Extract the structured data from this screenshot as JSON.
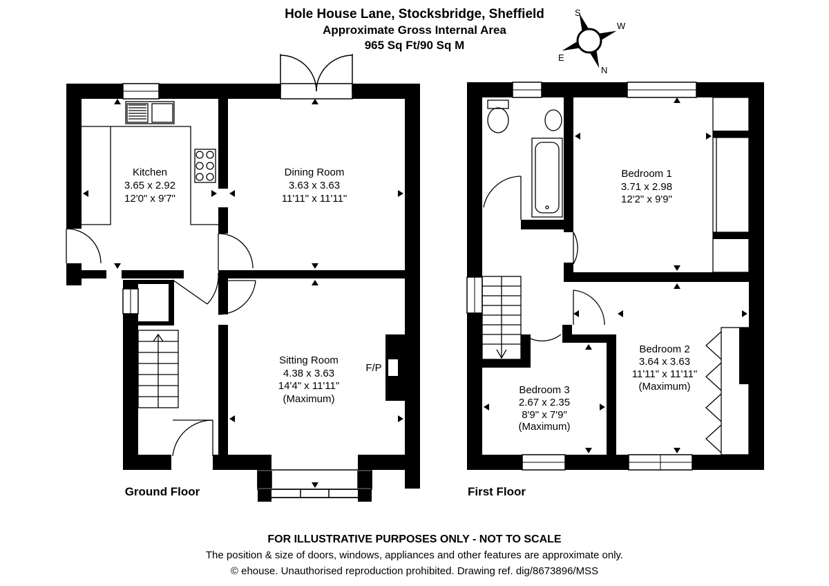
{
  "header": {
    "address": "Hole House Lane, Stocksbridge, Sheffield",
    "area_label": "Approximate Gross Internal Area",
    "area_value": "965 Sq Ft/90 Sq M"
  },
  "compass": {
    "s": "S",
    "w": "W",
    "e": "E",
    "n": "N"
  },
  "floors": {
    "ground": {
      "label": "Ground Floor",
      "rooms": [
        {
          "name": "Kitchen",
          "metric": "3.65 x 2.92",
          "imperial": "12'0\" x 9'7\"",
          "note": ""
        },
        {
          "name": "Dining Room",
          "metric": "3.63 x 3.63",
          "imperial": "11'11\" x 11'11\"",
          "note": ""
        },
        {
          "name": "Sitting Room",
          "metric": "4.38 x 3.63",
          "imperial": "14'4\" x 11'11\"",
          "note": "(Maximum)"
        }
      ],
      "fireplace": "F/P"
    },
    "first": {
      "label": "First Floor",
      "rooms": [
        {
          "name": "Bedroom 1",
          "metric": "3.71 x 2.98",
          "imperial": "12'2\" x 9'9\"",
          "note": ""
        },
        {
          "name": "Bedroom 2",
          "metric": "3.64 x 3.63",
          "imperial": "11'11\" x 11'11\"",
          "note": "(Maximum)"
        },
        {
          "name": "Bedroom 3",
          "metric": "2.67 x 2.35",
          "imperial": "8'9\" x 7'9\"",
          "note": "(Maximum)"
        }
      ]
    }
  },
  "footer": {
    "disclaimer": "FOR ILLUSTRATIVE PURPOSES ONLY - NOT TO SCALE",
    "note": "The position & size of doors, windows, appliances and other features are approximate only.",
    "copyright": "© ehouse. Unauthorised reproduction prohibited. Drawing ref. dig/8673896/MSS"
  }
}
